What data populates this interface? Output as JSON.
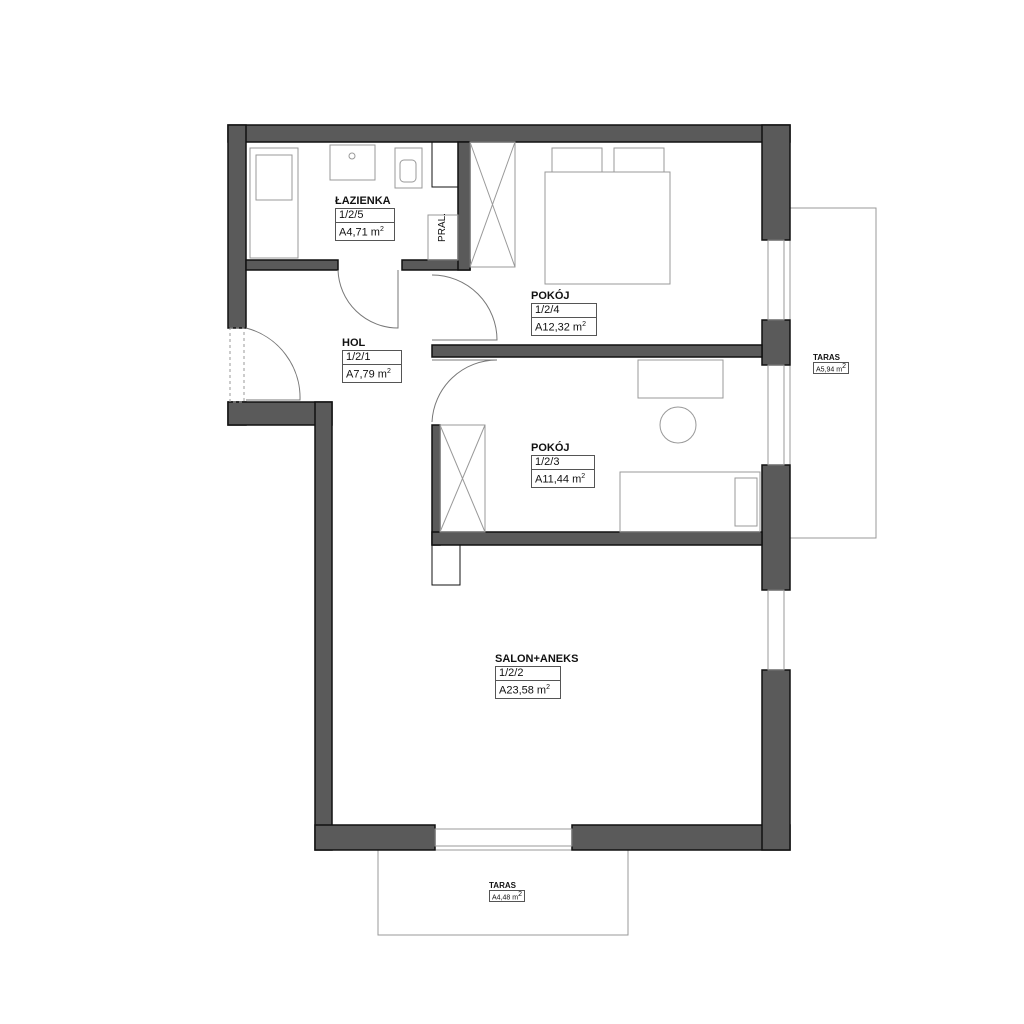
{
  "rooms": [
    {
      "name": "ŁAZIENKA",
      "number": "1/2/5",
      "area": "A4,71 m",
      "unit_sup": "2"
    },
    {
      "name": "HOL",
      "number": "1/2/1",
      "area": "A7,79 m",
      "unit_sup": "2"
    },
    {
      "name": "POKÓJ",
      "number": "1/2/4",
      "area": "A12,32 m",
      "unit_sup": "2"
    },
    {
      "name": "POKÓJ",
      "number": "1/2/3",
      "area": "A11,44 m",
      "unit_sup": "2"
    },
    {
      "name": "SALON+ANEKS",
      "number": "1/2/2",
      "area": "A23,58 m",
      "unit_sup": "2"
    }
  ],
  "terraces": [
    {
      "name": "TARAS",
      "area": "A5,94 m",
      "unit_sup": "2"
    },
    {
      "name": "TARAS",
      "area": "A4,48 m",
      "unit_sup": "2"
    }
  ],
  "fixtures": {
    "washer_label": "PRAL."
  },
  "colors": {
    "wall": "#5a5a5a",
    "outline": "#111111",
    "furniture": "#999999"
  }
}
